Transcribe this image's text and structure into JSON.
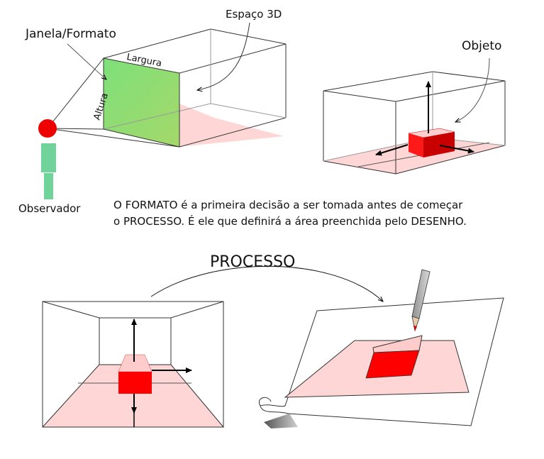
{
  "labels": {
    "espaco_3d": "Espaço 3D",
    "janela_formato": "Janela/Formato",
    "largura": "Largura",
    "altura": "Altura",
    "objeto": "Objeto",
    "observador": "Observador",
    "processo": "PROCESSO"
  },
  "caption": {
    "line1": "O FORMATO é a primeira decisão a ser tomada antes de começar",
    "line2": "o PROCESSO. É ele que definirá a área preenchida pelo DESENHO."
  },
  "colors": {
    "window_green": "#88e07e",
    "floor_pink": "#ffd6d6",
    "object_red": "#ff0000",
    "observer_head": "#ee0000",
    "observer_body": "#6fd39a"
  }
}
